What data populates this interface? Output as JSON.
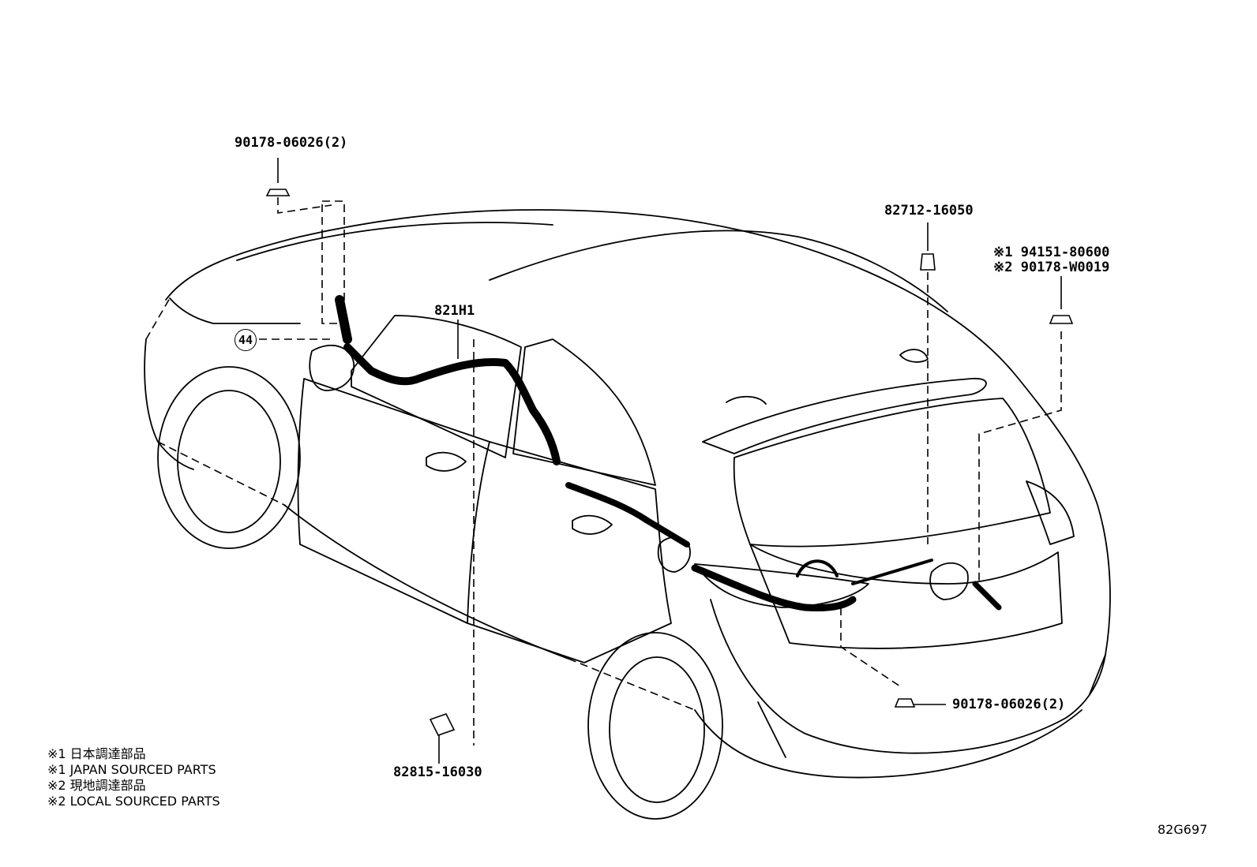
{
  "parts": {
    "nut_top_left": "90178-06026(2)",
    "wire_harness": "821H1",
    "connector_top": "82712-16050",
    "clip_right_1": "※1 94151-80600",
    "clip_right_2": "※2 90178-W0019",
    "nut_bottom_right": "90178-06026(2)",
    "clamp_bottom": "82815-16030"
  },
  "callouts": {
    "ref_44": "44"
  },
  "notes": [
    "※1 日本調達部品",
    "※1 JAPAN SOURCED PARTS",
    "※2 現地調達部品",
    "※2 LOCAL SOURCED PARTS"
  ],
  "diagram_code": "82G697"
}
